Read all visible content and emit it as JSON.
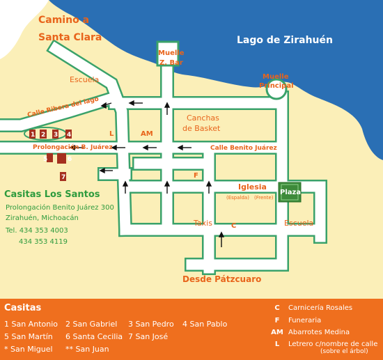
{
  "colors": {
    "lake": "#2a6fb4",
    "land": "#fbefb8",
    "land_edge": "#e8d79a",
    "street": "#ffffff",
    "street_outline": "#3aa26a",
    "accent": "#e8641b",
    "legend_bg": "#ef6f1e",
    "lodging": "#a5301f",
    "plaza": "#3d8a3a"
  },
  "map": {
    "road_label": {
      "line1": "Camino a",
      "line2": "Santa Clara"
    },
    "lake_label": "Lago de Zirahuén",
    "pier_bar": {
      "line1": "Muelle",
      "line2": "Z. Bar"
    },
    "pier_main": {
      "line1": "Muelle",
      "line2": "Principal"
    },
    "school_north": "Escuela",
    "school_south": "Escuela",
    "courts": {
      "line1": "Canchas",
      "line2": "de Basket"
    },
    "street_ribera": "Calle Ribera del lago",
    "street_prolongacion": "Prolongación B. Juárez",
    "street_juarez": "Calle Benito Juárez",
    "church": "Iglesia",
    "church_back": "(Espalda)",
    "church_front": "(Frente)",
    "plaza": "Plaza",
    "taxis": "Taxis",
    "from_patzcuaro": "Desde Pátzcuaro",
    "markers": {
      "L": "L",
      "AM": "AM",
      "F": "F",
      "C": "C"
    },
    "cabins": [
      "1",
      "2",
      "3",
      "4",
      "5",
      "6",
      "7"
    ]
  },
  "business": {
    "name": "Casitas Los Santos",
    "address1": "Prolongación Benito Juárez 300",
    "address2": "Zirahuén, Michoacán",
    "phone1": "Tel. 434 353 4003",
    "phone2": "434 353 4119"
  },
  "legend": {
    "title": "Casitas",
    "cabins": [
      "1 San Antonio",
      "2 San Gabriel",
      "3 San Pedro",
      "4 San Pablo",
      "5 San Martín",
      "6 Santa Cecilia",
      "7 San José",
      "* San Miguel",
      "** San Juan"
    ],
    "keys": [
      {
        "symbol": "C",
        "text": "Carnicería Rosales"
      },
      {
        "symbol": "F",
        "text": "Funeraria"
      },
      {
        "symbol": "AM",
        "text": "Abarrotes Medina"
      },
      {
        "symbol": "L",
        "text": "Letrero c/nombre de calle"
      }
    ],
    "key_note": "(sobre el árbol)"
  }
}
